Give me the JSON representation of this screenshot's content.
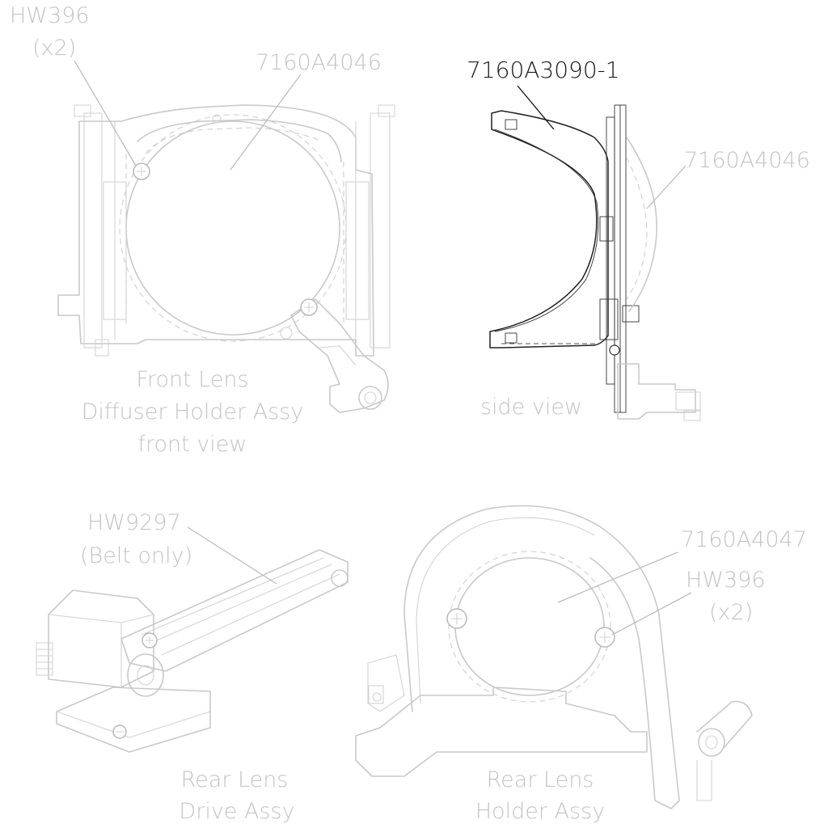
{
  "callouts": {
    "top_left_hw": "HW396",
    "top_left_qty": "(x2)",
    "front_part": "7160A4046",
    "side_part_highlight": "7160A3090-1",
    "side_part": "7160A4046",
    "belt_part": "HW9297",
    "belt_note": "(Belt only)",
    "rear_holder_part": "7160A4047",
    "rear_holder_hw": "HW396",
    "rear_holder_qty": "(x2)"
  },
  "captions": {
    "front_line1": "Front Lens",
    "front_line2": "Diffuser Holder Assy",
    "front_line3": "front view",
    "side": "side view",
    "drive_line1": "Rear Lens",
    "drive_line2": "Drive Assy",
    "holder_line1": "Rear Lens",
    "holder_line2": "Holder Assy"
  },
  "colors": {
    "faded_line": "#c9c9c9",
    "highlight_line": "#222222",
    "faded_text": "#c4c4c4",
    "highlight_text": "#1a1a1a"
  }
}
